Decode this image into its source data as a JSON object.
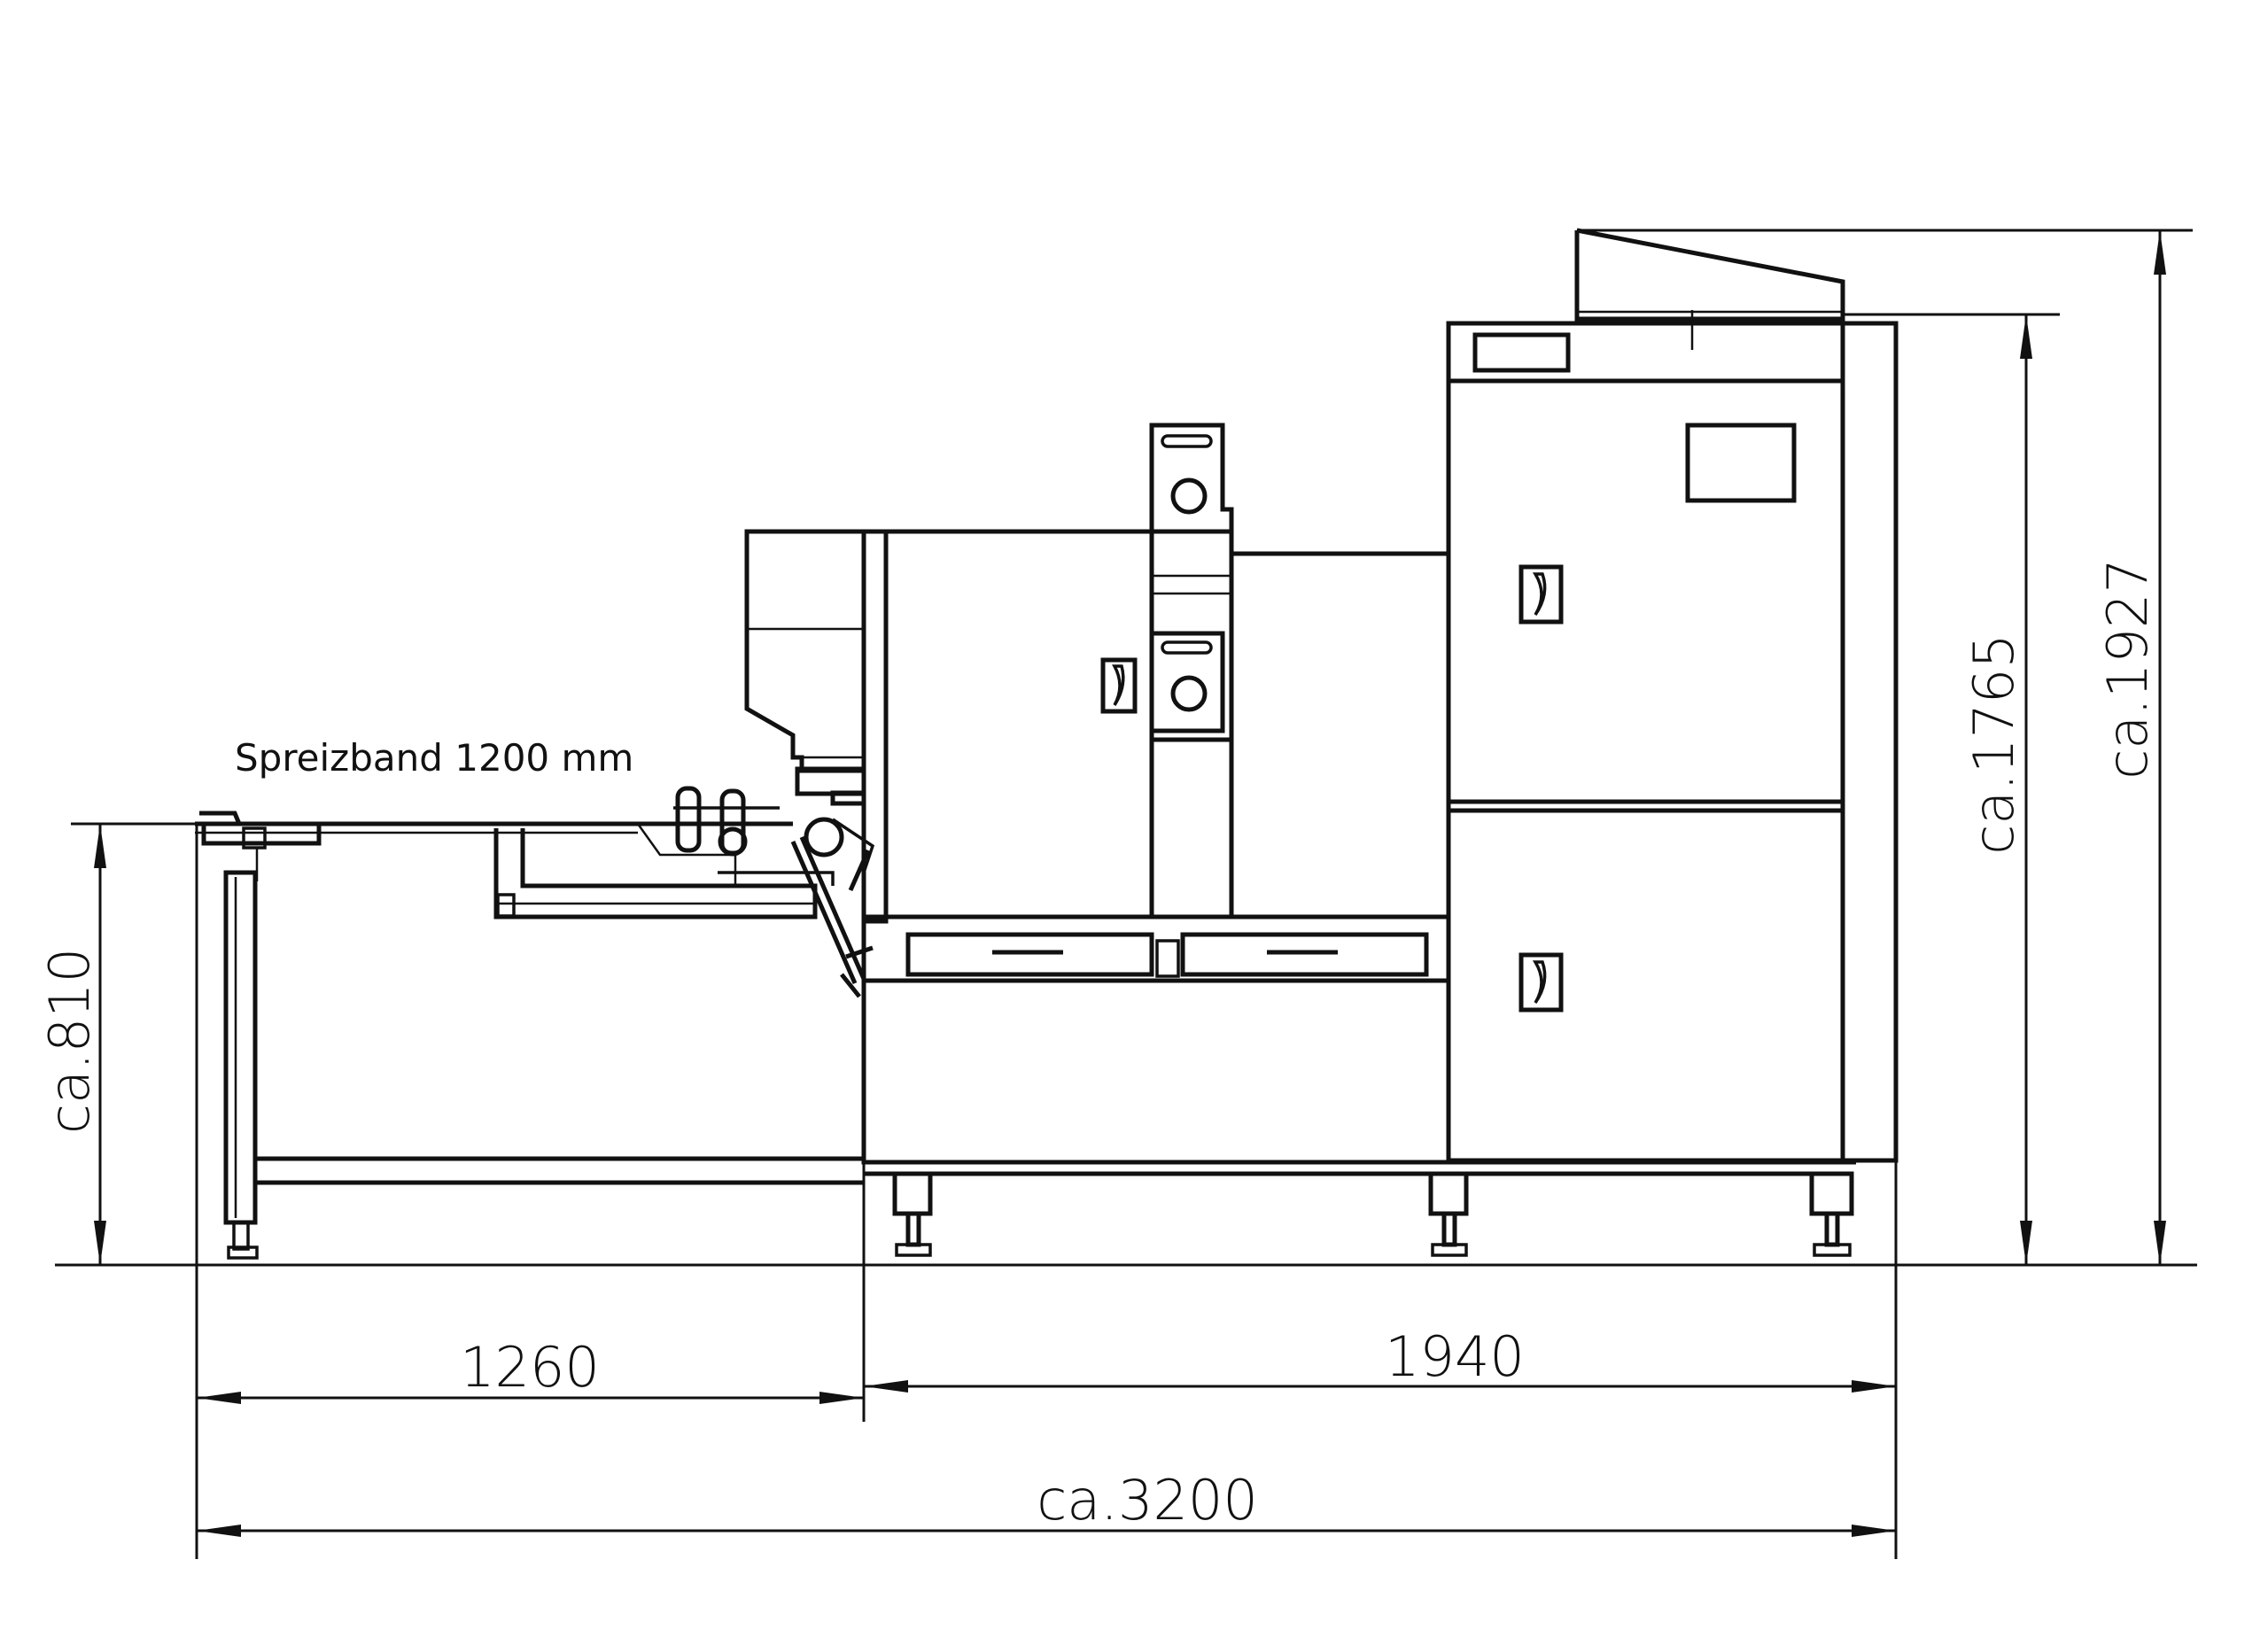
{
  "drawing": {
    "label_spreizband": "Spreizband 1200 mm",
    "dimensions": {
      "width_conveyor": "1260",
      "width_machine": "1940",
      "width_total": "ca.3200",
      "height_conveyor": "ca.810",
      "height_machine": "ca.1765",
      "height_total": "ca.1927"
    },
    "line_color": "#111111",
    "background_color": "#ffffff"
  }
}
